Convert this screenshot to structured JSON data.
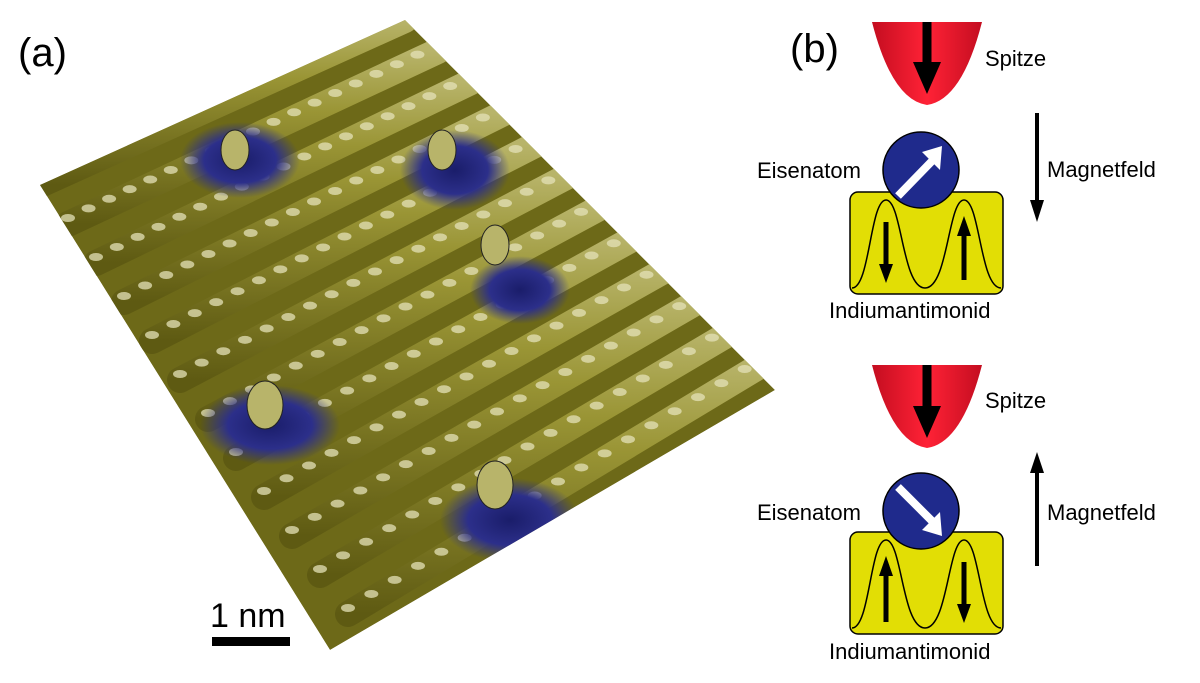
{
  "panel_a": {
    "label": "(a)",
    "scale_bar": "1 nm",
    "colors": {
      "surface": "#7f7a22",
      "highlight": "#d9d6a0",
      "defect": "#2c2f8a"
    }
  },
  "panel_b": {
    "label": "(b)",
    "colors": {
      "tip": "#e3142b",
      "atom": "#1f2a8c",
      "substrate": "#e2de05",
      "arrow": "#000000"
    },
    "top": {
      "tip_label": "Spitze",
      "atom_label": "Eisenatom",
      "field_label": "Magnetfeld",
      "substrate_label": "Indiumantimonid",
      "field_direction": "down",
      "atom_spin": "up-right",
      "left_peak_spin": "down",
      "right_peak_spin": "up"
    },
    "bottom": {
      "tip_label": "Spitze",
      "atom_label": "Eisenatom",
      "field_label": "Magnetfeld",
      "substrate_label": "Indiumantimonid",
      "field_direction": "up",
      "atom_spin": "down-right",
      "left_peak_spin": "up",
      "right_peak_spin": "down"
    }
  }
}
